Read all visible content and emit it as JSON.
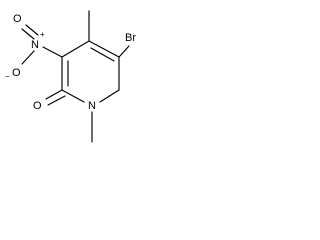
{
  "molecule": {
    "atoms": {
      "bromine": "Br",
      "nitro_nitrogen": "N",
      "nitro_oxygen_top": "O",
      "nitro_oxygen_bottom": "O",
      "ring_nitrogen": "N",
      "carbonyl_oxygen": "O"
    },
    "charges": {
      "nitro_nitrogen": "+",
      "nitro_oxygen_bottom": "−"
    }
  }
}
